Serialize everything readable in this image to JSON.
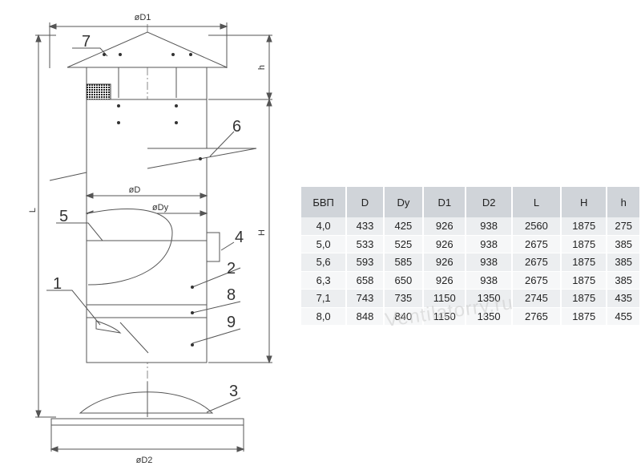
{
  "drawing": {
    "dimension_labels": {
      "d1": "øD1",
      "d2": "øD2",
      "d": "øD",
      "dy": "øDy",
      "l": "L",
      "h_upper": "H",
      "h_lower": "h"
    },
    "callouts": [
      "1",
      "2",
      "3",
      "4",
      "5",
      "6",
      "7",
      "8",
      "9"
    ]
  },
  "table": {
    "headers": [
      "БВП",
      "D",
      "Dy",
      "D1",
      "D2",
      "L",
      "H",
      "h"
    ],
    "rows": [
      [
        "4,0",
        "433",
        "425",
        "926",
        "938",
        "2560",
        "1875",
        "275"
      ],
      [
        "5,0",
        "533",
        "525",
        "926",
        "938",
        "2675",
        "1875",
        "385"
      ],
      [
        "5,6",
        "593",
        "585",
        "926",
        "938",
        "2675",
        "1875",
        "385"
      ],
      [
        "6,3",
        "658",
        "650",
        "926",
        "938",
        "2675",
        "1875",
        "385"
      ],
      [
        "7,1",
        "743",
        "735",
        "1150",
        "1350",
        "2745",
        "1875",
        "435"
      ],
      [
        "8,0",
        "848",
        "840",
        "1150",
        "1350",
        "2765",
        "1875",
        "455"
      ]
    ]
  },
  "watermark": "Ventilatorry.ru"
}
